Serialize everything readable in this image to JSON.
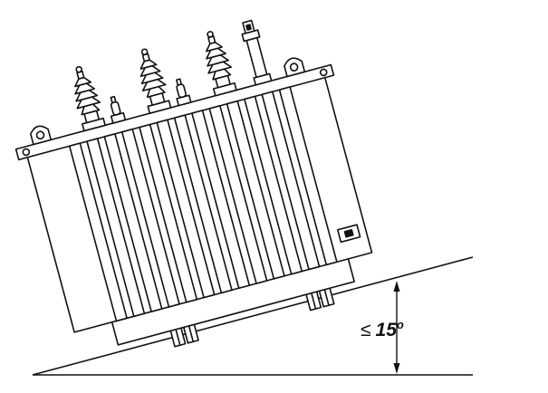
{
  "diagram": {
    "subject": "transformer-on-incline",
    "tilt_angle_deg": 15,
    "angle_label": {
      "symbol": "≤",
      "value": "15",
      "unit": "o"
    },
    "line_color": "#111111",
    "background": "#ffffff"
  }
}
